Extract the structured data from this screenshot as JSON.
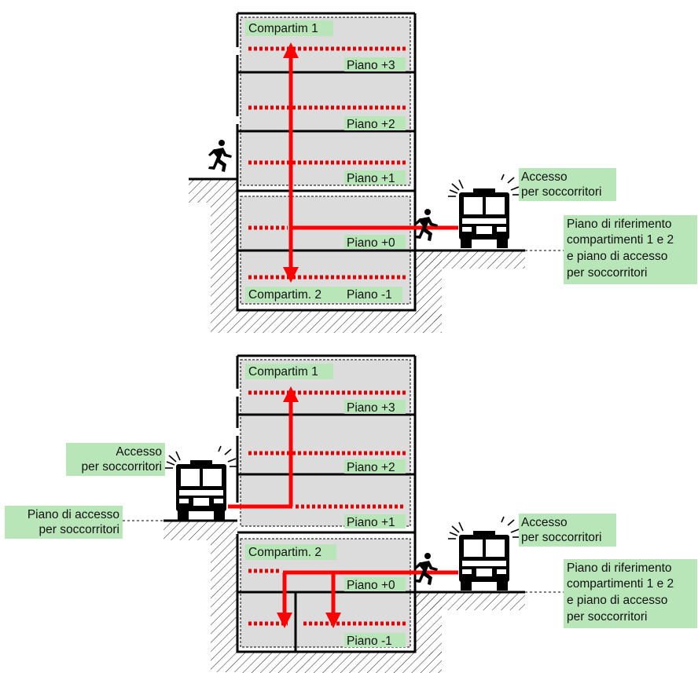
{
  "top": {
    "compartment_1_label": "Compartim 1",
    "compartment_2_label": "Compartim. 2",
    "floors": [
      "Piano +3",
      "Piano +2",
      "Piano +1",
      "Piano +0",
      "Piano -1"
    ],
    "access_label": [
      "Accesso",
      "per soccorritori"
    ],
    "reference_label": [
      "Piano di riferimento",
      "compartimenti 1 e 2",
      "e piano di accesso",
      "per soccorritori"
    ]
  },
  "bottom": {
    "compartment_1_label": "Compartim 1",
    "compartment_2_label": "Compartim. 2",
    "floors": [
      "Piano +3",
      "Piano +2",
      "Piano +1",
      "Piano +0",
      "Piano -1"
    ],
    "left_access_label": [
      "Accesso",
      "per soccorritori"
    ],
    "left_access_floor_label": [
      "Piano di accesso",
      "per soccorritori"
    ],
    "right_access_label": [
      "Accesso",
      "per soccorritori"
    ],
    "reference_label": [
      "Piano di riferimento",
      "compartimenti 1 e 2",
      "e piano di accesso",
      "per soccorritori"
    ]
  },
  "colors": {
    "label_background": "#b8e6b8",
    "compartment_fill": "#dcdcdc",
    "path_red": "#ff0000",
    "dash_red": "#e00000"
  },
  "icons": [
    "running-person-icon",
    "fire-truck-icon",
    "hatched-ground-icon",
    "arrow-icon"
  ]
}
